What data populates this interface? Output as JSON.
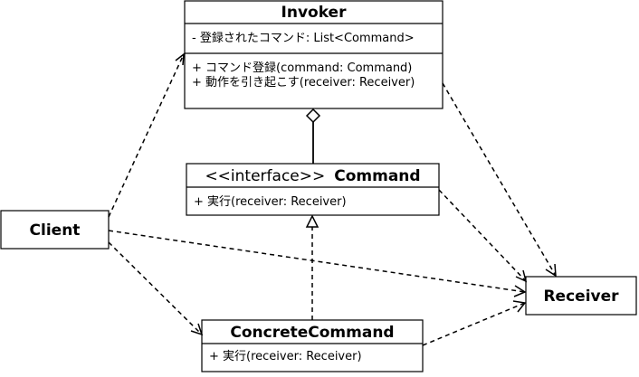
{
  "invoker": {
    "title": "Invoker",
    "attribute": "- 登録されたコマンド: List<Command>",
    "operations": [
      "+ コマンド登録(command: Command)",
      "+ 動作を引き起こす(receiver: Receiver)"
    ]
  },
  "command": {
    "stereotype": "<<interface>>",
    "title": "Command",
    "operations": [
      "+ 実行(receiver: Receiver)"
    ]
  },
  "concrete_command": {
    "title": "ConcreteCommand",
    "operations": [
      "+ 実行(receiver: Receiver)"
    ]
  },
  "client": {
    "title": "Client"
  },
  "receiver": {
    "title": "Receiver"
  }
}
